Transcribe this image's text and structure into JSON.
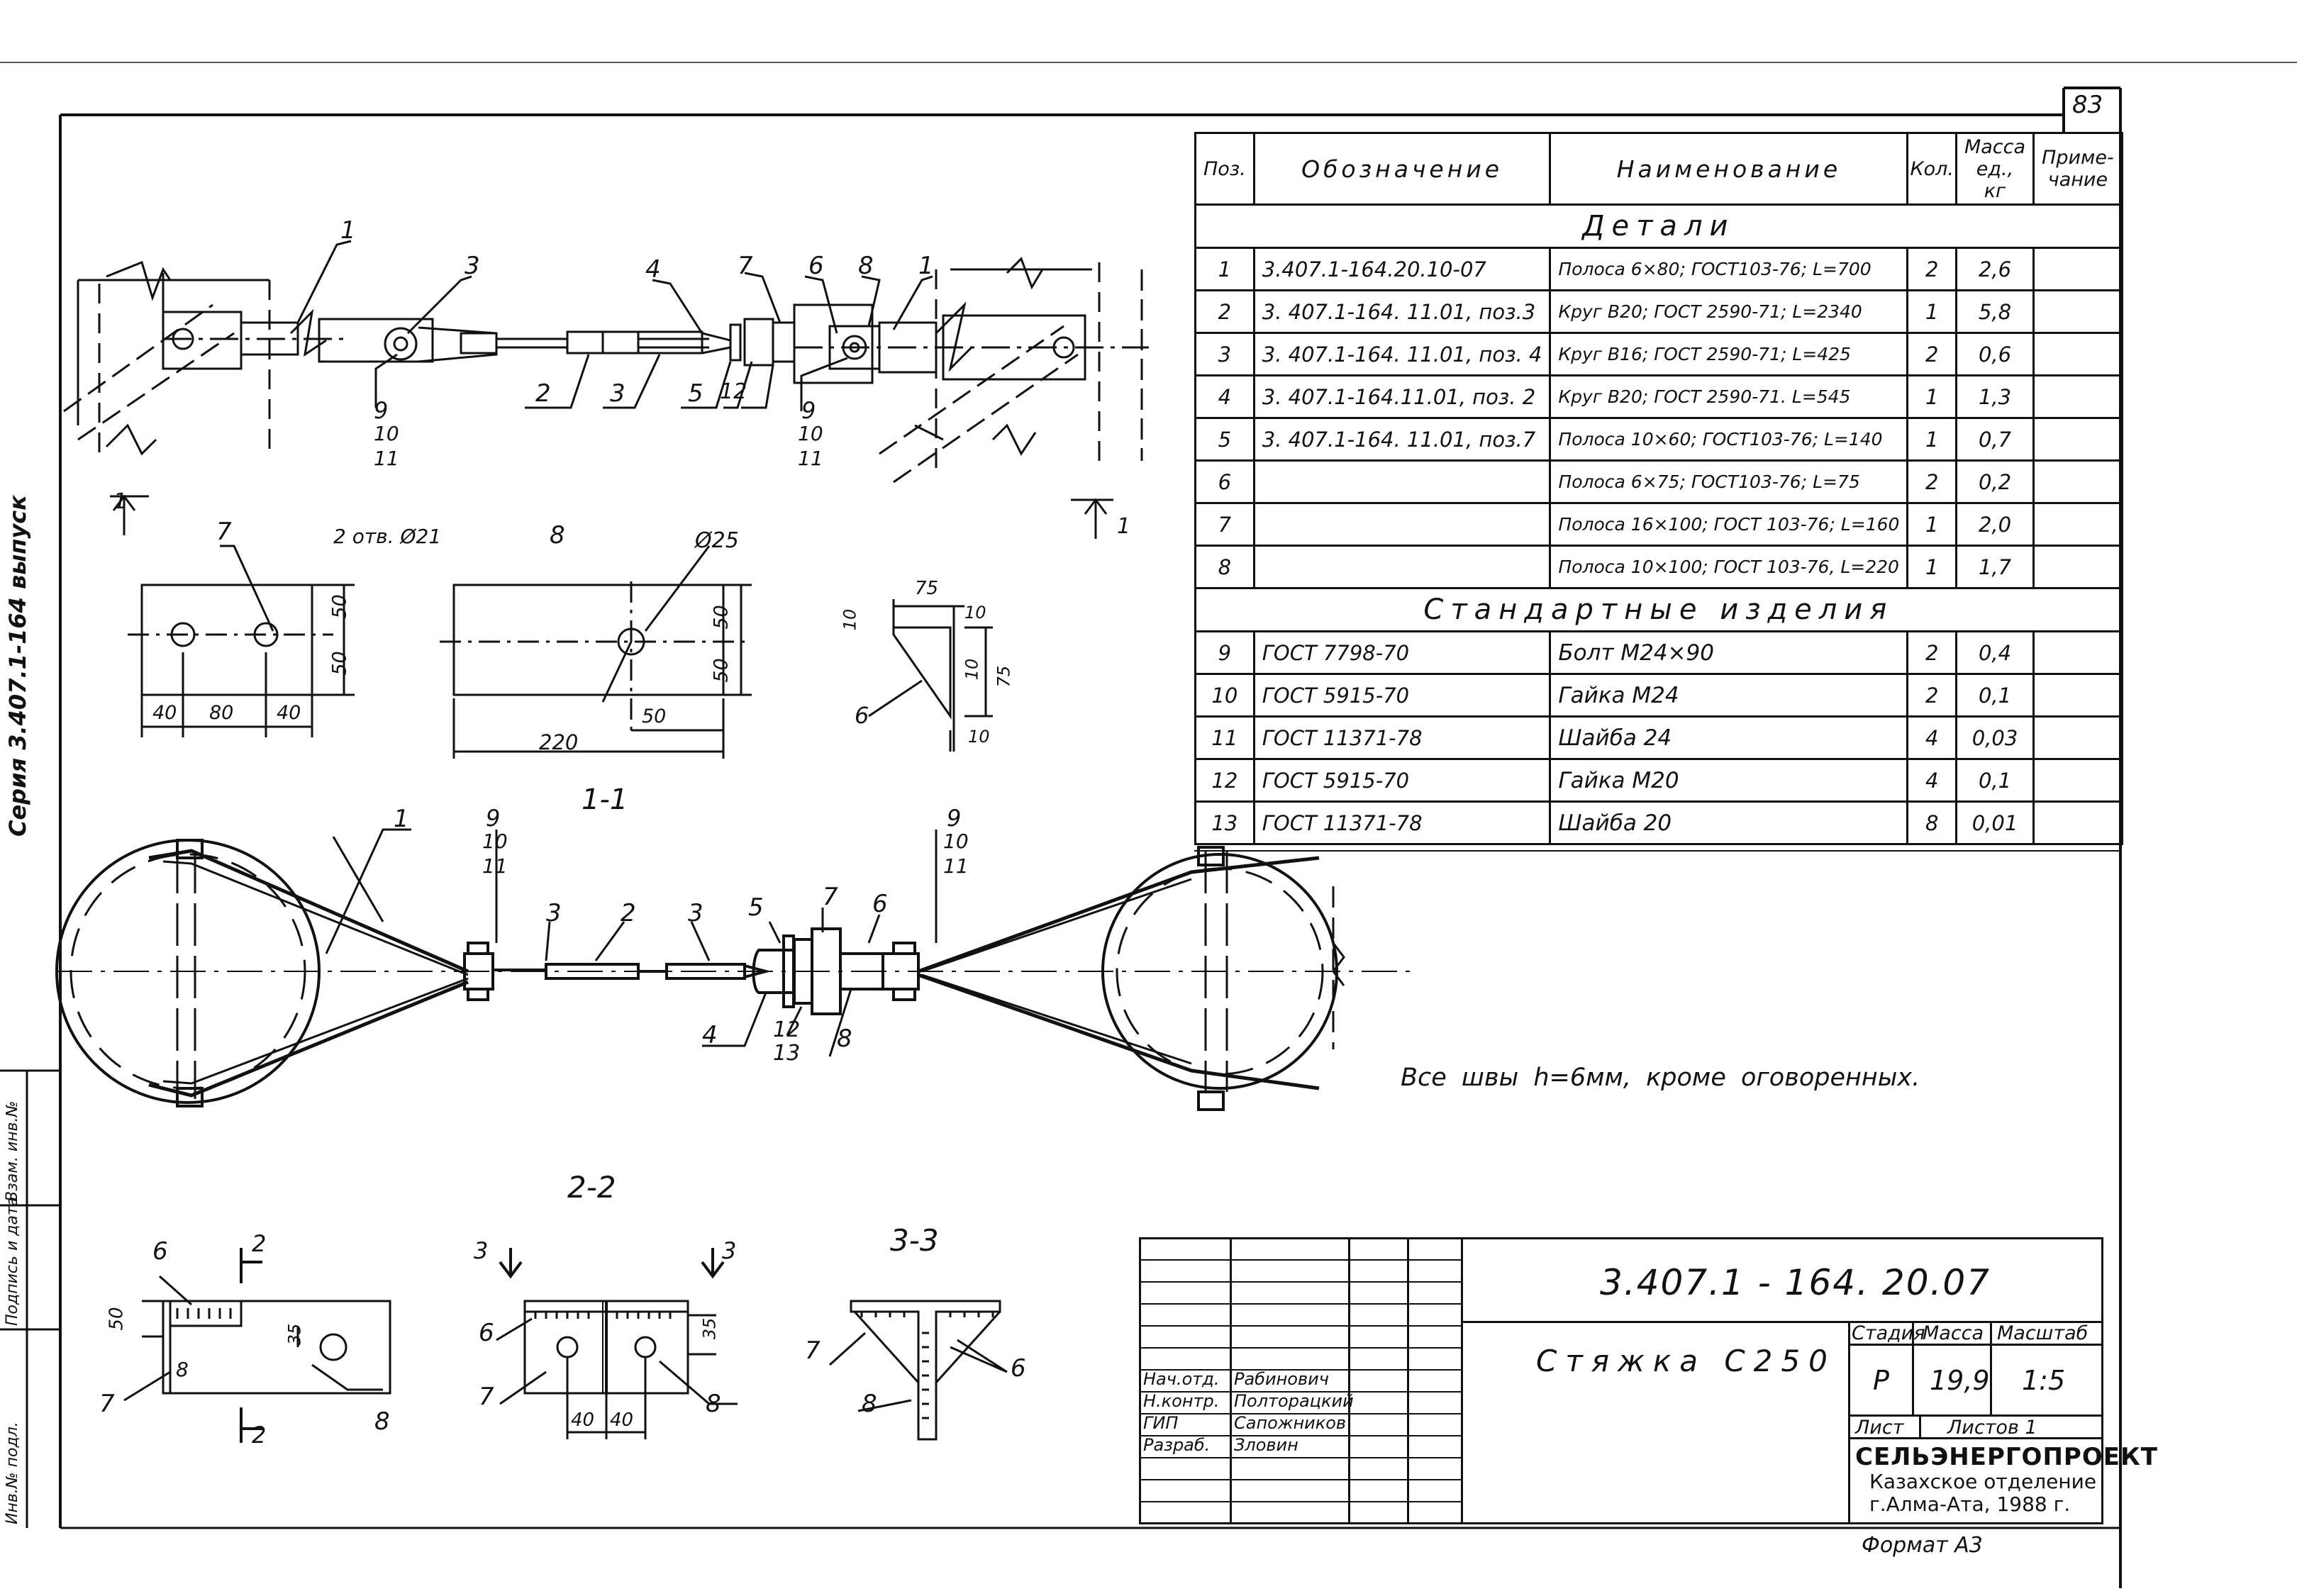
{
  "sheet": {
    "page_number": "83",
    "side_stamp": "Серия 3.407.1-164 выпуск",
    "side_columns": [
      "Инв.№ подл.",
      "Подпись и дата",
      "Взам. инв.№"
    ]
  },
  "spec_table": {
    "headers": {
      "pos": "Поз.",
      "designation": "Обозначение",
      "name": "Наименование",
      "qty": "Кол.",
      "mass": "Масса ед., кг",
      "note": "Приме- чание"
    },
    "section_details": "Детали",
    "section_standard": "Стандартные изделия",
    "details": [
      {
        "pos": "1",
        "designation": "3.407.1-164.20.10-07",
        "name": "Полоса 6×80; ГОСТ103-76; L=700",
        "qty": "2",
        "mass": "2,6"
      },
      {
        "pos": "2",
        "designation": "3. 407.1-164. 11.01, поз.3",
        "name": "Круг В20; ГОСТ 2590-71; L=2340",
        "qty": "1",
        "mass": "5,8"
      },
      {
        "pos": "3",
        "designation": "3. 407.1-164. 11.01, поз. 4",
        "name": "Круг В16; ГОСТ 2590-71; L=425",
        "qty": "2",
        "mass": "0,6"
      },
      {
        "pos": "4",
        "designation": "3. 407.1-164.11.01, поз. 2",
        "name": "Круг В20; ГОСТ 2590-71. L=545",
        "qty": "1",
        "mass": "1,3"
      },
      {
        "pos": "5",
        "designation": "3. 407.1-164. 11.01, поз.7",
        "name": "Полоса 10×60; ГОСТ103-76; L=140",
        "qty": "1",
        "mass": "0,7"
      },
      {
        "pos": "6",
        "designation": "",
        "name": "Полоса 6×75; ГОСТ103-76; L=75",
        "qty": "2",
        "mass": "0,2"
      },
      {
        "pos": "7",
        "designation": "",
        "name": "Полоса 16×100; ГОСТ 103-76; L=160",
        "qty": "1",
        "mass": "2,0"
      },
      {
        "pos": "8",
        "designation": "",
        "name": "Полоса 10×100; ГОСТ 103-76, L=220",
        "qty": "1",
        "mass": "1,7"
      }
    ],
    "standard": [
      {
        "pos": "9",
        "designation": "ГОСТ 7798-70",
        "name": "Болт М24×90",
        "qty": "2",
        "mass": "0,4"
      },
      {
        "pos": "10",
        "designation": "ГОСТ 5915-70",
        "name": "Гайка М24",
        "qty": "2",
        "mass": "0,1"
      },
      {
        "pos": "11",
        "designation": "ГОСТ 11371-78",
        "name": "Шайба 24",
        "qty": "4",
        "mass": "0,03"
      },
      {
        "pos": "12",
        "designation": "ГОСТ 5915-70",
        "name": "Гайка М20",
        "qty": "4",
        "mass": "0,1"
      },
      {
        "pos": "13",
        "designation": "ГОСТ 11371-78",
        "name": "Шайба 20",
        "qty": "8",
        "mass": "0,01"
      }
    ]
  },
  "note_text": "Все швы h=6мм, кроме оговоренных.",
  "drawing": {
    "section_1": "1-1",
    "section_2": "2-2",
    "section_3": "3-3",
    "cut_marks": {
      "one": "1",
      "two": "2",
      "three": "3"
    },
    "labels": [
      "1",
      "2",
      "3",
      "4",
      "5",
      "6",
      "7",
      "8",
      "9",
      "10",
      "11",
      "12",
      "13"
    ],
    "plate7": {
      "holes": "2 отв. Ø21",
      "dims": [
        "50",
        "50",
        "40",
        "80",
        "40"
      ]
    },
    "plate8": {
      "hole": "Ø25",
      "dims": [
        "50",
        "50",
        "50",
        "220"
      ]
    },
    "plate6": {
      "dims": [
        "75",
        "10",
        "10",
        "10",
        "75",
        "10"
      ]
    },
    "sec22_dims": [
      "50",
      "35",
      "35",
      "40",
      "40"
    ]
  },
  "title_block": {
    "code": "3.407.1 - 164. 20.07",
    "title": "Стяжка С250",
    "stage_label": "Стадия",
    "mass_label": "Масса",
    "scale_label": "Масштаб",
    "stage": "Р",
    "mass": "19,9",
    "scale": "1:5",
    "sheet_label": "Лист",
    "sheets_label": "Листов 1",
    "org_name": "СЕЛЬЭНЕРГОПРОЕКТ",
    "org_branch": "Казахское отделение",
    "org_city": "г.Алма-Ата, 1988 г.",
    "format": "Формат А3",
    "signers": [
      {
        "role": "Нач.отд.",
        "name": "Рабинович"
      },
      {
        "role": "Н.контр.",
        "name": "Полторацкий"
      },
      {
        "role": "ГИП",
        "name": "Сапожников"
      },
      {
        "role": "Разраб.",
        "name": "Зловин"
      }
    ]
  }
}
